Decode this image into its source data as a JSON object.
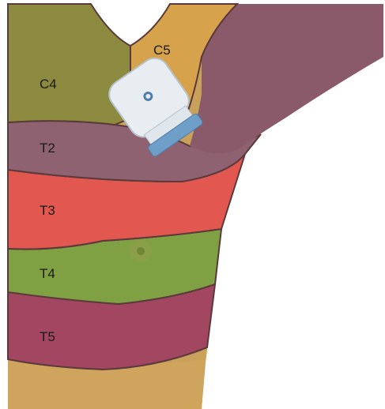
{
  "figure": {
    "labels": {
      "c5": "C5",
      "c4": "C4",
      "t2": "T2",
      "t3": "T3",
      "t4": "T4",
      "t5": "T5"
    },
    "colors": {
      "background": "#ffffff",
      "skin": "#c9a15a",
      "c5_zone": "#d6a24c",
      "c4_zone": "#8b8a3e",
      "t2_zone": "#8e6270",
      "arm_zone": "#8a5a6a",
      "t3_zone": "#e2574f",
      "t4_zone": "#7fa043",
      "t5_zone": "#a24661",
      "probe_body": "#e8edf2",
      "probe_tip": "#6f9fc8"
    },
    "icons": {
      "probe": "ultrasound-probe-icon"
    }
  }
}
